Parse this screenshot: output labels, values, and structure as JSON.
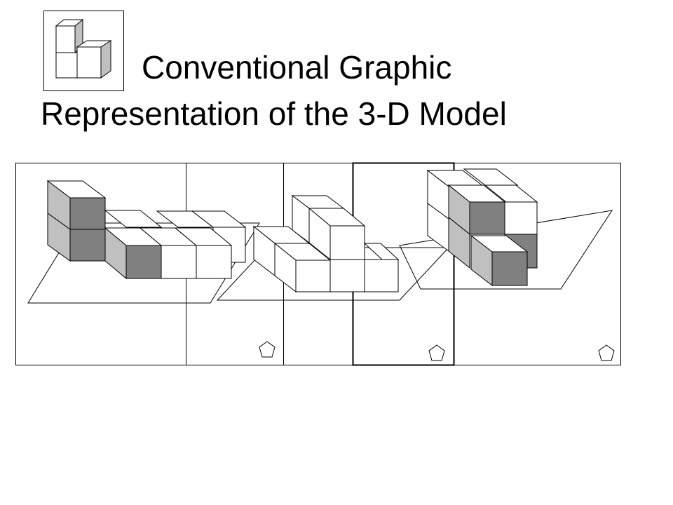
{
  "slide": {
    "title_line_1": "Conventional Graphic",
    "title_line_2": "Representation of the 3-D Model"
  },
  "diagram": {
    "panel_count": 5,
    "face_colors": {
      "top": "#ffffff",
      "front": "#ffffff",
      "side": "#c0c0c0",
      "front_dark": "#808080",
      "outline": "#000000"
    },
    "icons": [
      "block-staircase-icon",
      "pentagon-icon",
      "pentagon-icon",
      "pentagon-icon"
    ]
  }
}
